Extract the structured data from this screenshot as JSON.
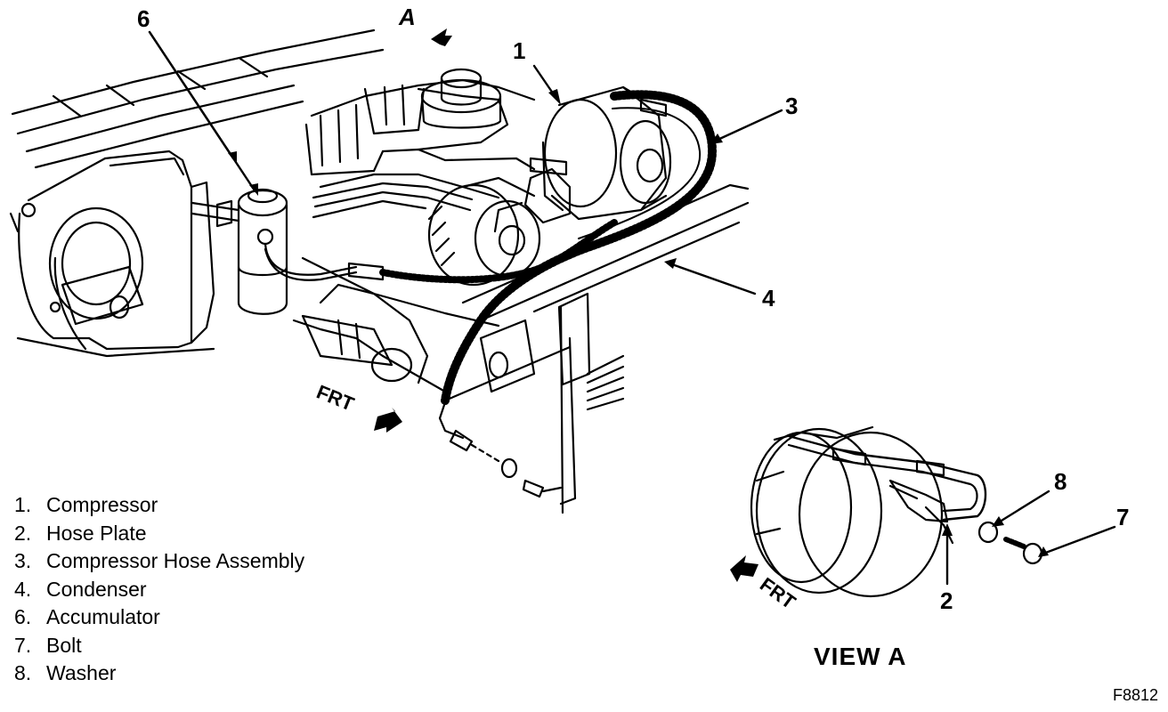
{
  "callouts": {
    "c1": "1",
    "c2": "2",
    "c3": "3",
    "c4": "4",
    "c6": "6",
    "c7": "7",
    "c8": "8",
    "view_marker": "A"
  },
  "direction_labels": {
    "main_frt": "FRT",
    "view_frt": "FRT"
  },
  "legend": [
    {
      "num": "1.",
      "label": "Compressor"
    },
    {
      "num": "2.",
      "label": "Hose Plate"
    },
    {
      "num": "3.",
      "label": "Compressor Hose Assembly"
    },
    {
      "num": "4.",
      "label": "Condenser"
    },
    {
      "num": "6.",
      "label": "Accumulator"
    },
    {
      "num": "7.",
      "label": "Bolt"
    },
    {
      "num": "8.",
      "label": "Washer"
    }
  ],
  "view_title": "VIEW A",
  "figure_code": "F8812"
}
